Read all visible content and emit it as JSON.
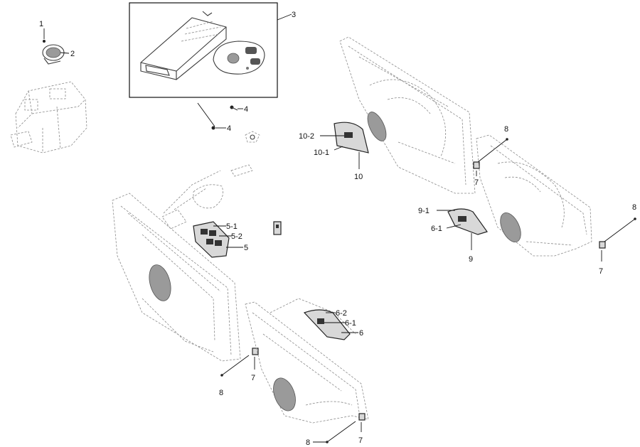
{
  "callouts": {
    "c1": "1",
    "c2": "2",
    "c3": "3",
    "c4a": "4",
    "c4b": "4",
    "c5": "5",
    "c5_1": "5-1",
    "c5_2": "5-2",
    "c6": "6",
    "c6_1": "6-1",
    "c6_2": "6-2",
    "c6_1b": "6-1",
    "c7a": "7",
    "c7b": "7",
    "c7c": "7",
    "c7d": "7",
    "c8a": "8",
    "c8b": "8",
    "c8c": "8",
    "c8d": "8",
    "c9": "9",
    "c9_1": "9-1",
    "c10": "10",
    "c10_1": "10-1",
    "c10_2": "10-2"
  },
  "colors": {
    "line": "#3a3a3a",
    "speaker": "#9a9a9a",
    "background": "#ffffff"
  }
}
